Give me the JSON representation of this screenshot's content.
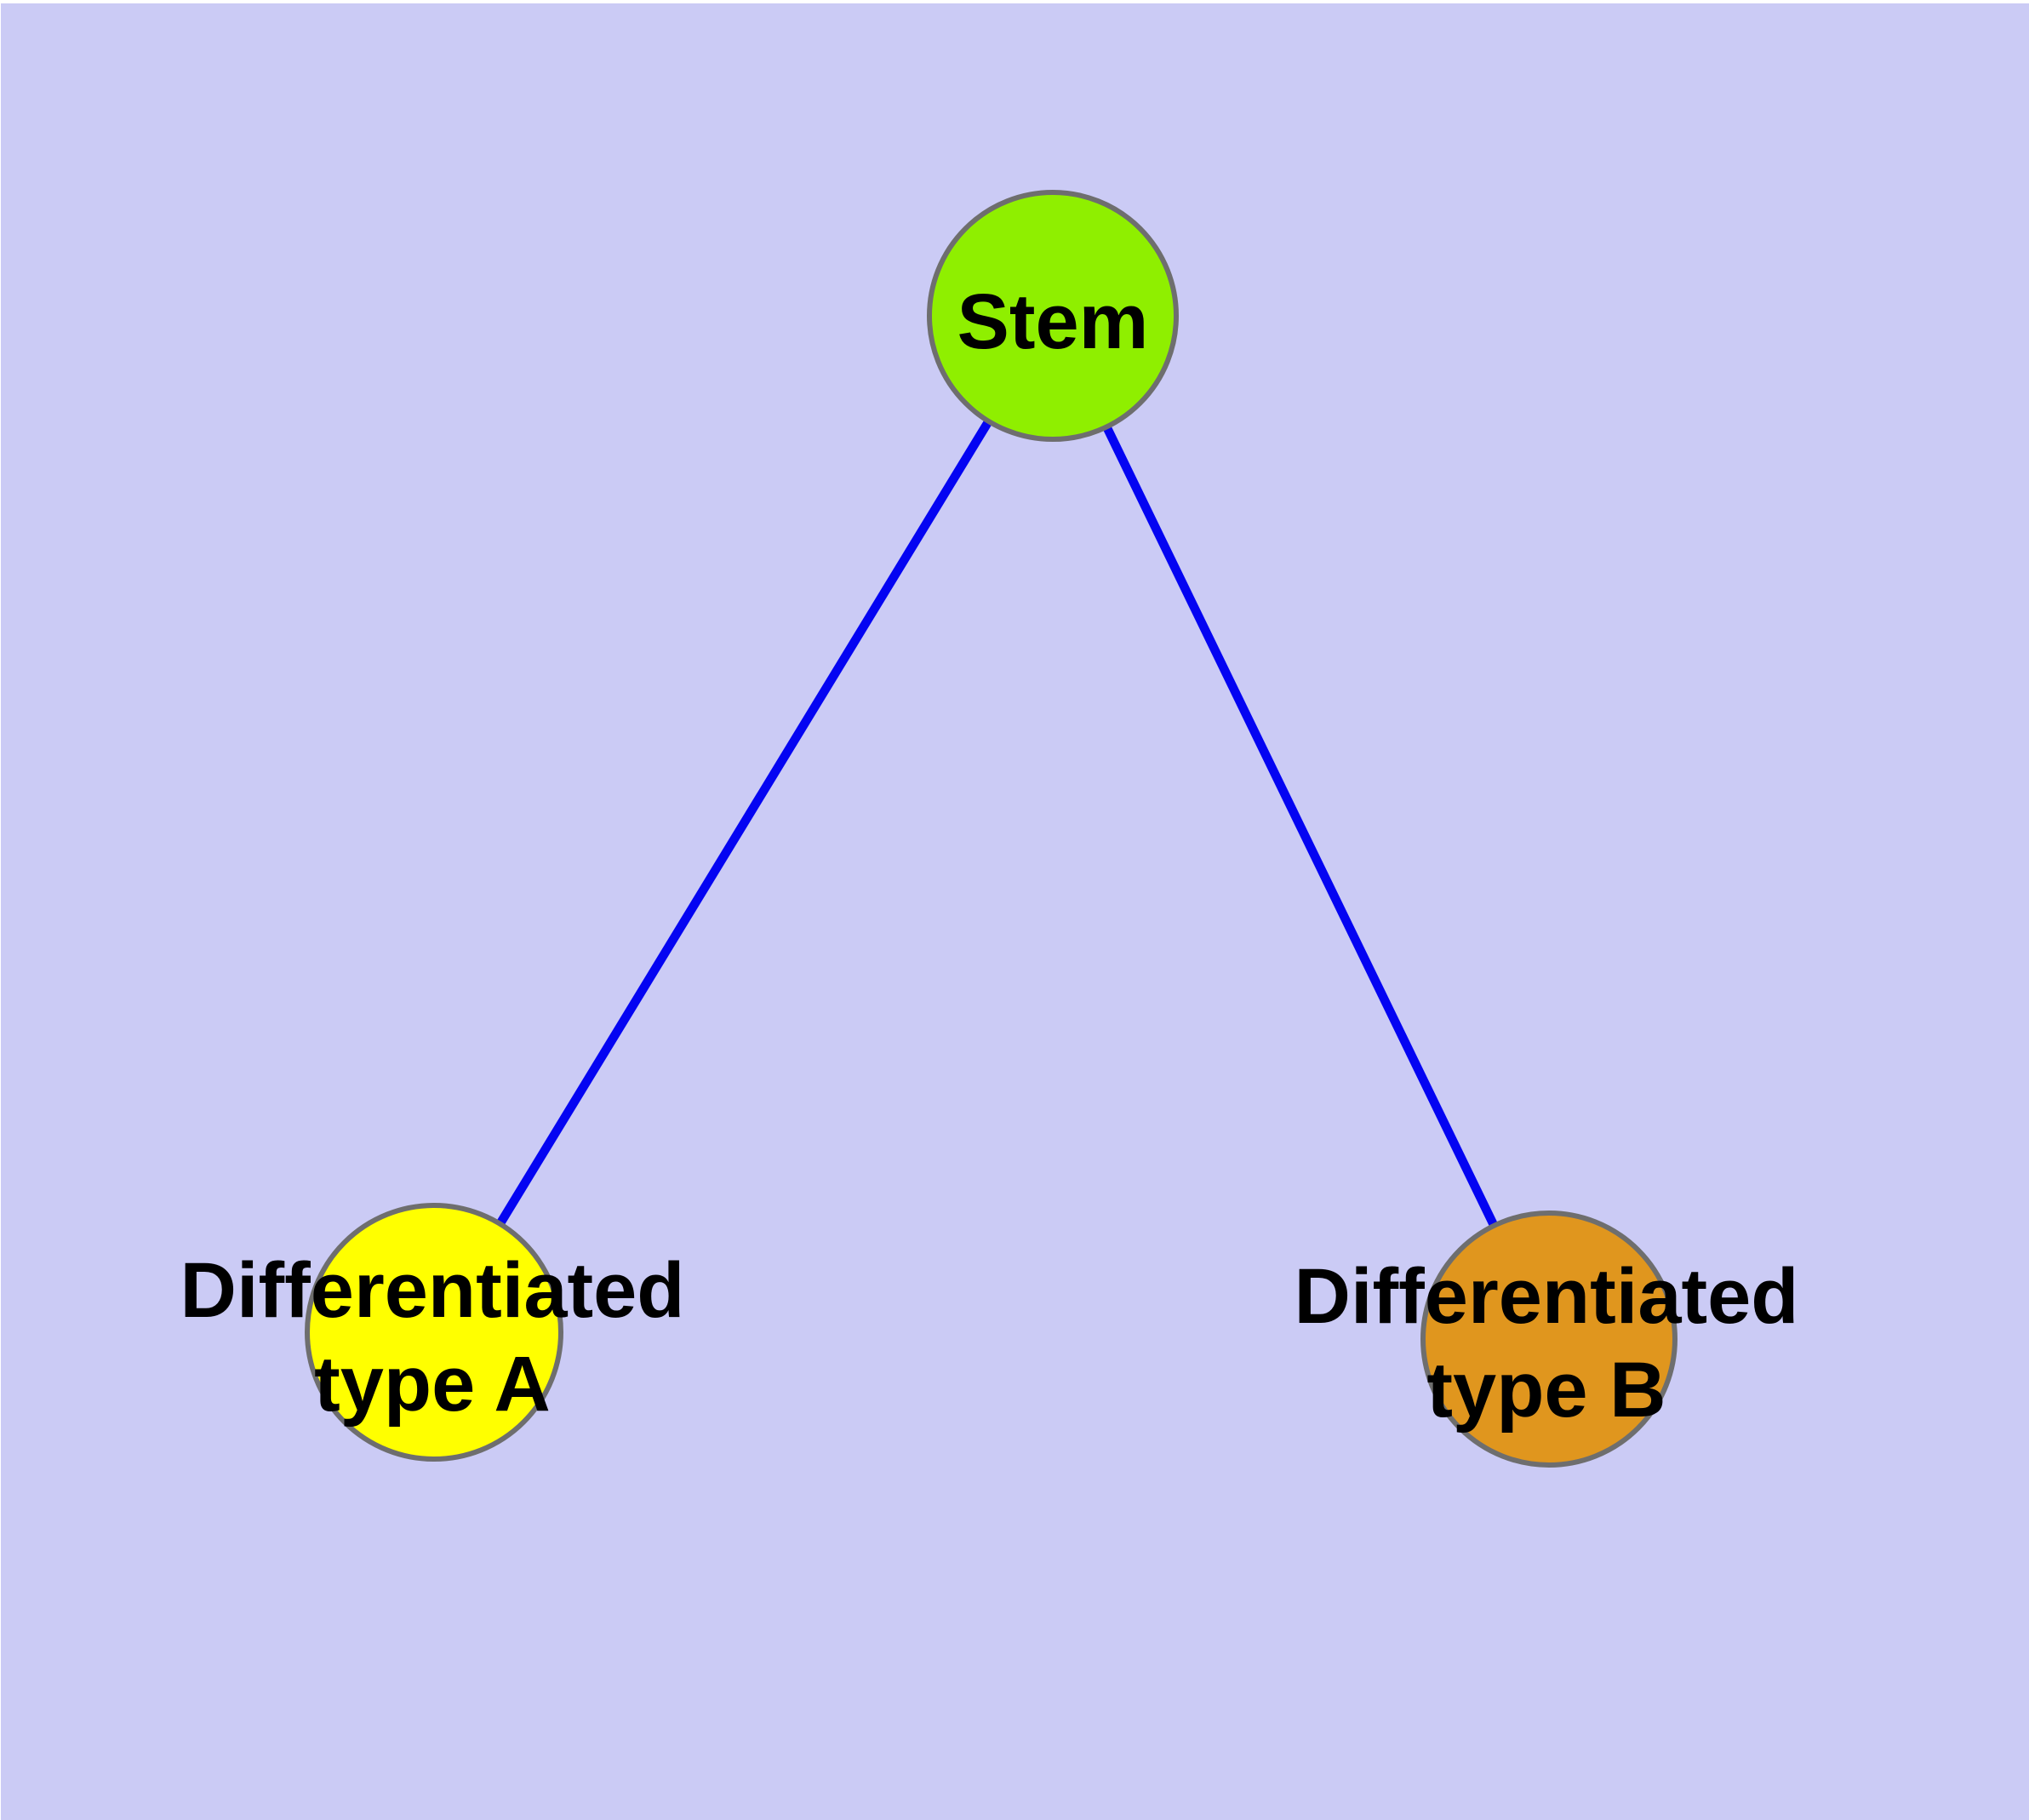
{
  "diagram": {
    "type": "graph",
    "background_color": "#CBCBF5",
    "node_border_color": "#6E6E6E",
    "edge_color": "#0404F2",
    "label_color": "#000000",
    "nodes": [
      {
        "id": "stem",
        "label": "Stem",
        "fill": "#8FEF00"
      },
      {
        "id": "differentiated-type-a",
        "label_line1": "Differentiated",
        "label_line2": "type A",
        "fill": "#FFFF00"
      },
      {
        "id": "differentiated-type-b",
        "label_line1": "Differentiated",
        "label_line2": "type B",
        "fill": "#E0961E"
      }
    ],
    "edges": [
      {
        "from": "Stem",
        "to": "Differentiated type A"
      },
      {
        "from": "Stem",
        "to": "Differentiated type B"
      }
    ]
  }
}
